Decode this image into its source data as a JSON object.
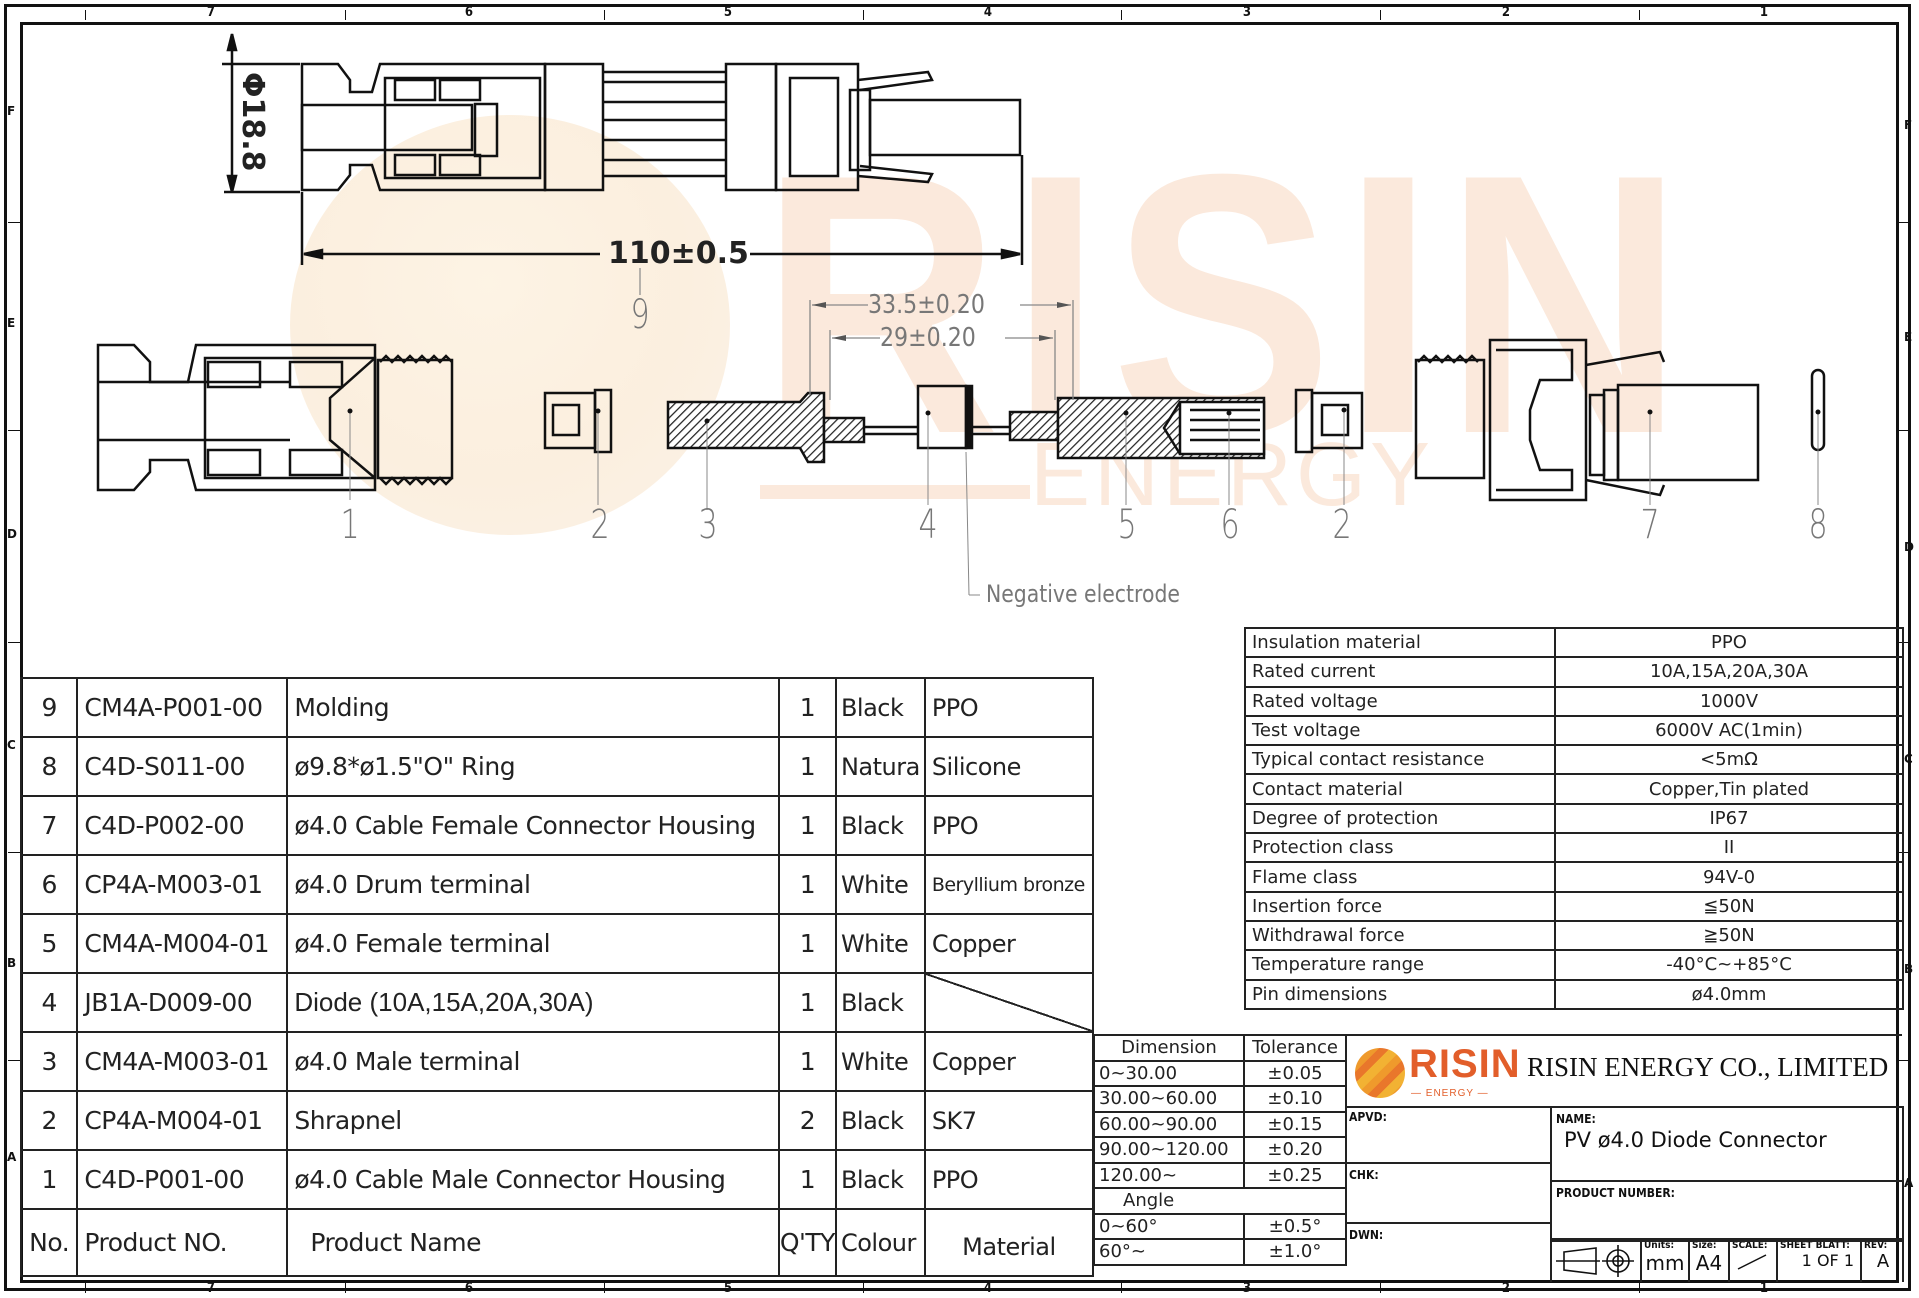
{
  "border": {
    "top_numbers": [
      "7",
      "6",
      "5",
      "4",
      "3",
      "2",
      "1"
    ],
    "side_letters": [
      "F",
      "E",
      "D",
      "C",
      "B",
      "A"
    ]
  },
  "watermark": {
    "brand": "RISIN",
    "sub": "ENERGY"
  },
  "drawing": {
    "diameter_dim": "Φ18.8",
    "length_dim": "110±0.5",
    "dim_outer": "33.5±0.20",
    "dim_inner": "29±0.20",
    "negative_electrode": "Negative electrode",
    "callouts": [
      "9",
      "1",
      "2",
      "3",
      "4",
      "5",
      "6",
      "2",
      "7",
      "8"
    ]
  },
  "bom": {
    "headers": {
      "no": "No.",
      "product_no": "Product NO.",
      "product_name": "Product Name",
      "qty": "Q'TY",
      "colour": "Colour",
      "material": "Material"
    },
    "rows": [
      {
        "no": "9",
        "product_no": "CM4A-P001-00",
        "name": "Molding",
        "qty": "1",
        "colour": "Black",
        "material": "PPO"
      },
      {
        "no": "8",
        "product_no": "C4D-S011-00",
        "name": "ø9.8*ø1.5\"O\" Ring",
        "qty": "1",
        "colour": "Natura",
        "material": "Silicone"
      },
      {
        "no": "7",
        "product_no": "C4D-P002-00",
        "name": "ø4.0 Cable Female Connector Housing",
        "qty": "1",
        "colour": "Black",
        "material": "PPO"
      },
      {
        "no": "6",
        "product_no": "CP4A-M003-01",
        "name": "ø4.0 Drum terminal",
        "qty": "1",
        "colour": "White",
        "material": "Beryllium bronze"
      },
      {
        "no": "5",
        "product_no": "CM4A-M004-01",
        "name": "ø4.0 Female terminal",
        "qty": "1",
        "colour": "White",
        "material": "Copper"
      },
      {
        "no": "4",
        "product_no": "JB1A-D009-00",
        "name": "Diode (10A,15A,20A,30A)",
        "qty": "1",
        "colour": "Black",
        "material": ""
      },
      {
        "no": "3",
        "product_no": "CM4A-M003-01",
        "name": "ø4.0 Male terminal",
        "qty": "1",
        "colour": "White",
        "material": "Copper"
      },
      {
        "no": "2",
        "product_no": "CP4A-M004-01",
        "name": "Shrapnel",
        "qty": "2",
        "colour": "Black",
        "material": "SK7"
      },
      {
        "no": "1",
        "product_no": "C4D-P001-00",
        "name": "ø4.0 Cable Male Connector Housing",
        "qty": "1",
        "colour": "Black",
        "material": "PPO"
      }
    ]
  },
  "specs": [
    {
      "key": "Insulation material",
      "value": "PPO"
    },
    {
      "key": "Rated current",
      "value": "10A,15A,20A,30A"
    },
    {
      "key": "Rated voltage",
      "value": "1000V"
    },
    {
      "key": "Test voltage",
      "value": "6000V AC(1min)"
    },
    {
      "key": "Typical contact resistance",
      "value": "<5mΩ"
    },
    {
      "key": "Contact material",
      "value": "Copper,Tin plated"
    },
    {
      "key": "Degree of protection",
      "value": "IP67"
    },
    {
      "key": "Protection class",
      "value": "II"
    },
    {
      "key": "Flame class",
      "value": "94V-0"
    },
    {
      "key": "Insertion force",
      "value": "≦50N"
    },
    {
      "key": "Withdrawal force",
      "value": "≧50N"
    },
    {
      "key": "Temperature range",
      "value": "-40°C~+85°C"
    },
    {
      "key": "Pin dimensions",
      "value": "ø4.0mm"
    }
  ],
  "tolerance": {
    "header_dim": "Dimension",
    "header_tol": "Tolerance",
    "rows": [
      {
        "dim": "0~30.00",
        "tol": "±0.05"
      },
      {
        "dim": "30.00~60.00",
        "tol": "±0.10"
      },
      {
        "dim": "60.00~90.00",
        "tol": "±0.15"
      },
      {
        "dim": "90.00~120.00",
        "tol": "±0.20"
      },
      {
        "dim": "120.00~",
        "tol": "±0.25"
      }
    ],
    "angle_label": "Angle",
    "angle_rows": [
      {
        "dim": "0~60°",
        "tol": "±0.5°"
      },
      {
        "dim": "60°~",
        "tol": "±1.0°"
      }
    ]
  },
  "title_block": {
    "logo_brand": "RISIN",
    "logo_sub": "ENERGY",
    "company": "RISIN ENERGY CO., LIMITED",
    "apvd_label": "APVD:",
    "chk_label": "CHK:",
    "dwn_label": "DWN:",
    "name_label": "NAME:",
    "name_value": "PV ø4.0 Diode Connector",
    "product_number_label": "PRODUCT NUMBER:",
    "units_label": "Units:",
    "units_value": "mm",
    "size_label": "Size:",
    "size_value": "A4",
    "scale_label": "SCALE:",
    "sheet_label": "SHEET BLATT:",
    "sheet_value": "1 OF 1",
    "rev_label": "REV:",
    "rev_value": "A"
  },
  "colors": {
    "brand_orange": "#e25e2a",
    "sun_yellow": "#f2b233",
    "watermark": "#fbe9dc",
    "line": "#111111"
  }
}
